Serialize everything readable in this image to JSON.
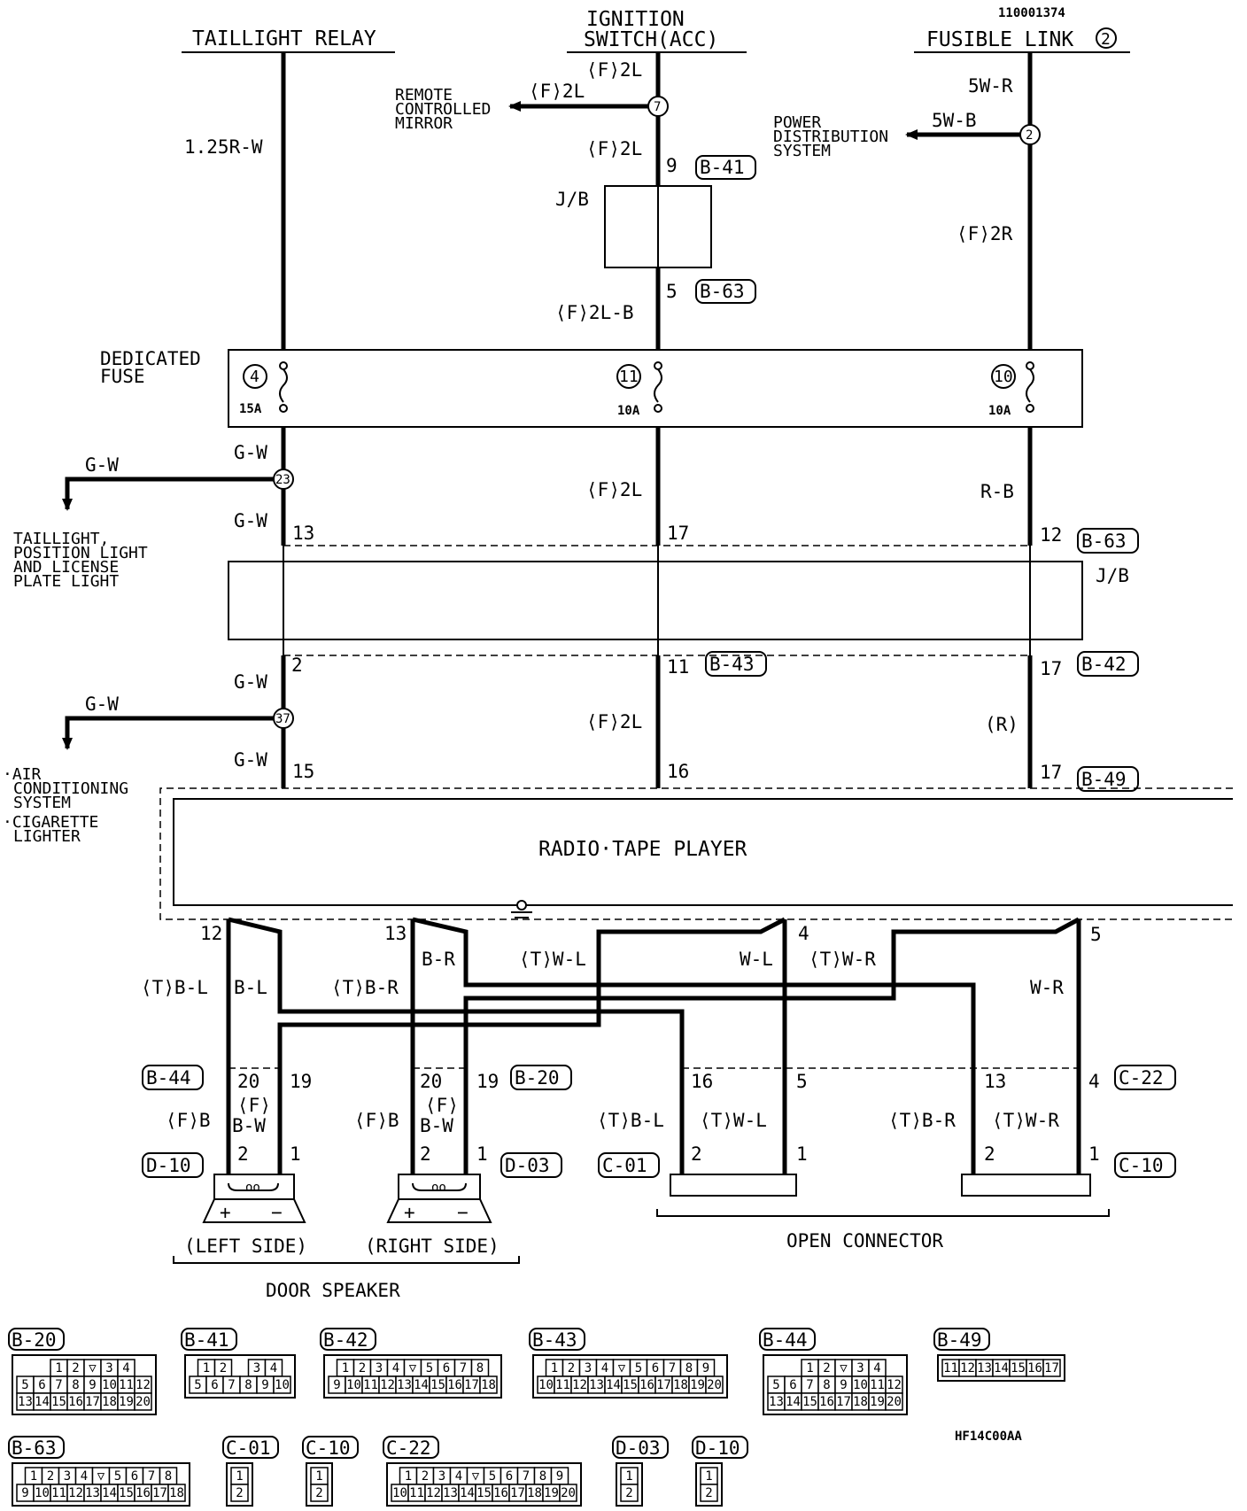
{
  "doc_id": "110001374",
  "figure_code": "HF14C00AA",
  "sources": {
    "taillight_relay": "TAILLIGHT RELAY",
    "ignition_switch_1": "IGNITION",
    "ignition_switch_2": "SWITCH(ACC)",
    "fusible_link": "FUSIBLE LINK",
    "fusible_link_no": "2"
  },
  "branches": {
    "remote_mirror": [
      "REMOTE",
      "CONTROLLED",
      "MIRROR"
    ],
    "power_distribution": [
      "POWER",
      "DISTRIBUTION",
      "SYSTEM"
    ],
    "taillight_group": [
      "TAILLIGHT,",
      "POSITION LIGHT",
      "AND LICENSE",
      "PLATE LIGHT"
    ],
    "ac_group": [
      "·AIR",
      "CONDITIONING",
      "SYSTEM",
      "·CIGARETTE",
      "LIGHTER"
    ]
  },
  "wires": {
    "f2l": "⟨F⟩2L",
    "r125w": "1.25R-W",
    "w5r": "5W-R",
    "w5b": "5W-B",
    "f2lb": "⟨F⟩2L-B",
    "f2r": "⟨F⟩2R",
    "gw": "G-W",
    "rb": "R-B",
    "r": "(R)",
    "tbl": "⟨T⟩B-L",
    "bl": "B-L",
    "tbr": "⟨T⟩B-R",
    "br": "B-R",
    "twl": "⟨T⟩W-L",
    "wl": "W-L",
    "twr": "⟨T⟩W-R",
    "wr": "W-R",
    "fb": "⟨F⟩B",
    "f_only": "⟨F⟩",
    "bw": "B-W"
  },
  "junction_block": "J/B",
  "dedicated_fuse": {
    "label_1": "DEDICATED",
    "label_2": "FUSE",
    "fuses": [
      {
        "no": "4",
        "rating": "15A"
      },
      {
        "no": "11",
        "rating": "10A"
      },
      {
        "no": "10",
        "rating": "10A"
      }
    ]
  },
  "splices": {
    "s7": "7",
    "s2": "2",
    "s23": "23",
    "s37": "37"
  },
  "pins": {
    "p9": "9",
    "p5": "5",
    "p13": "13",
    "p17": "17",
    "p12": "12",
    "p2": "2",
    "p11": "11",
    "p15": "15",
    "p16": "16",
    "p4": "4",
    "p20": "20",
    "p19": "19",
    "p1": "1"
  },
  "connectors": {
    "b20": "B-20",
    "b41": "B-41",
    "b42": "B-42",
    "b43": "B-43",
    "b44": "B-44",
    "b49": "B-49",
    "b63": "B-63",
    "c01": "C-01",
    "c10": "C-10",
    "c22": "C-22",
    "d03": "D-03",
    "d10": "D-10"
  },
  "radio": "RADIO·TAPE PLAYER",
  "speakers": {
    "left": "(LEFT SIDE)",
    "right": "(RIGHT SIDE)",
    "group": "DOOR SPEAKER",
    "plus": "+",
    "minus": "−"
  },
  "open_connector": "OPEN CONNECTOR",
  "connector_faces": [
    {
      "id": "B-20",
      "rows": [
        [
          "",
          "1",
          "2",
          "▽",
          "3",
          "4"
        ],
        [
          "5",
          "6",
          "7",
          "8",
          "9",
          "10",
          "11",
          "12"
        ],
        [
          "13",
          "14",
          "15",
          "16",
          "17",
          "18",
          "19",
          "20"
        ]
      ]
    },
    {
      "id": "B-41",
      "rows": [
        [
          "1",
          "2",
          "",
          "3",
          "4"
        ],
        [
          "5",
          "6",
          "7",
          "8",
          "9",
          "10"
        ]
      ]
    },
    {
      "id": "B-42",
      "rows": [
        [
          "1",
          "2",
          "3",
          "4",
          "▽",
          "5",
          "6",
          "7",
          "8"
        ],
        [
          "9",
          "10",
          "11",
          "12",
          "13",
          "14",
          "15",
          "16",
          "17",
          "18"
        ]
      ]
    },
    {
      "id": "B-43",
      "rows": [
        [
          "1",
          "2",
          "3",
          "4",
          "▽",
          "5",
          "6",
          "7",
          "8",
          "9"
        ],
        [
          "10",
          "11",
          "12",
          "13",
          "14",
          "15",
          "16",
          "17",
          "18",
          "19",
          "20"
        ]
      ]
    },
    {
      "id": "B-44",
      "rows": [
        [
          "",
          "1",
          "2",
          "▽",
          "3",
          "4"
        ],
        [
          "5",
          "6",
          "7",
          "8",
          "9",
          "10",
          "11",
          "12"
        ],
        [
          "13",
          "14",
          "15",
          "16",
          "17",
          "18",
          "19",
          "20"
        ]
      ]
    },
    {
      "id": "B-49",
      "rows": [
        [
          "11",
          "12",
          "13",
          "14",
          "15",
          "16",
          "17"
        ]
      ]
    },
    {
      "id": "B-63",
      "rows": [
        [
          "1",
          "2",
          "3",
          "4",
          "▽",
          "5",
          "6",
          "7",
          "8"
        ],
        [
          "9",
          "10",
          "11",
          "12",
          "13",
          "14",
          "15",
          "16",
          "17",
          "18"
        ]
      ]
    },
    {
      "id": "C-01",
      "rows": [
        [
          "1"
        ],
        [
          "2"
        ]
      ]
    },
    {
      "id": "C-10",
      "rows": [
        [
          "1"
        ],
        [
          "2"
        ]
      ]
    },
    {
      "id": "C-22",
      "rows": [
        [
          "1",
          "2",
          "3",
          "4",
          "▽",
          "5",
          "6",
          "7",
          "8",
          "9"
        ],
        [
          "10",
          "11",
          "12",
          "13",
          "14",
          "15",
          "16",
          "17",
          "18",
          "19",
          "20"
        ]
      ]
    },
    {
      "id": "D-03",
      "rows": [
        [
          "1"
        ],
        [
          "2"
        ]
      ]
    },
    {
      "id": "D-10",
      "rows": [
        [
          "1"
        ],
        [
          "2"
        ]
      ]
    }
  ]
}
